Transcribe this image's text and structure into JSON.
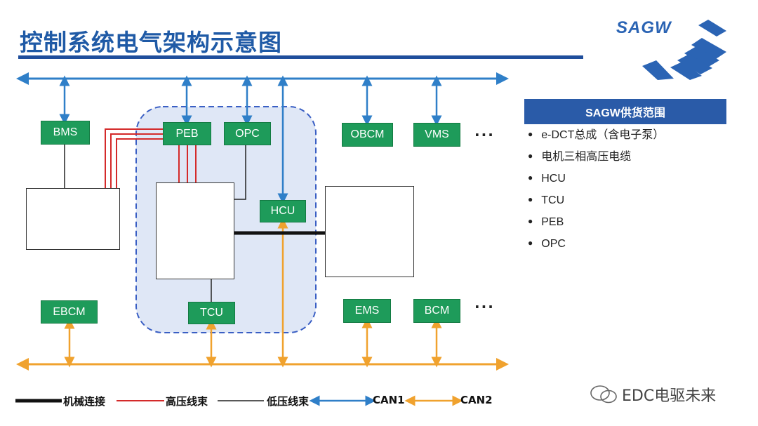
{
  "title": "控制系统电气架构示意图",
  "logo": {
    "text": "SAGW"
  },
  "boxes": {
    "bms": "BMS",
    "peb": "PEB",
    "opc": "OPC",
    "obcm": "OBCM",
    "vms": "VMS",
    "hcu": "HCU",
    "tcu": "TCU",
    "ebcm": "EBCM",
    "ems": "EMS",
    "bcm": "BCM"
  },
  "ellipsis_top": "···",
  "ellipsis_bottom": "···",
  "supply_panel": {
    "header": "SAGW供货范围",
    "items": [
      "e-DCT总成（含电子泵）",
      "电机三相高压电缆",
      "HCU",
      "TCU",
      "PEB",
      "OPC"
    ]
  },
  "legend": {
    "mechanical": "机械连接",
    "high_voltage": "高压线束",
    "low_voltage": "低压线束",
    "can1": "CAN1",
    "can2": "CAN2"
  },
  "colors": {
    "can1": "#2f7fc8",
    "can2": "#f0a22e",
    "high_voltage": "#d42a2a",
    "box": "#1e9b5a",
    "zone_fill": "#dfe7f6",
    "zone_border": "#3a5fc4",
    "panel_header": "#2a5ba8",
    "title": "#1f5aa6"
  },
  "watermark": "EDC电驱未来"
}
